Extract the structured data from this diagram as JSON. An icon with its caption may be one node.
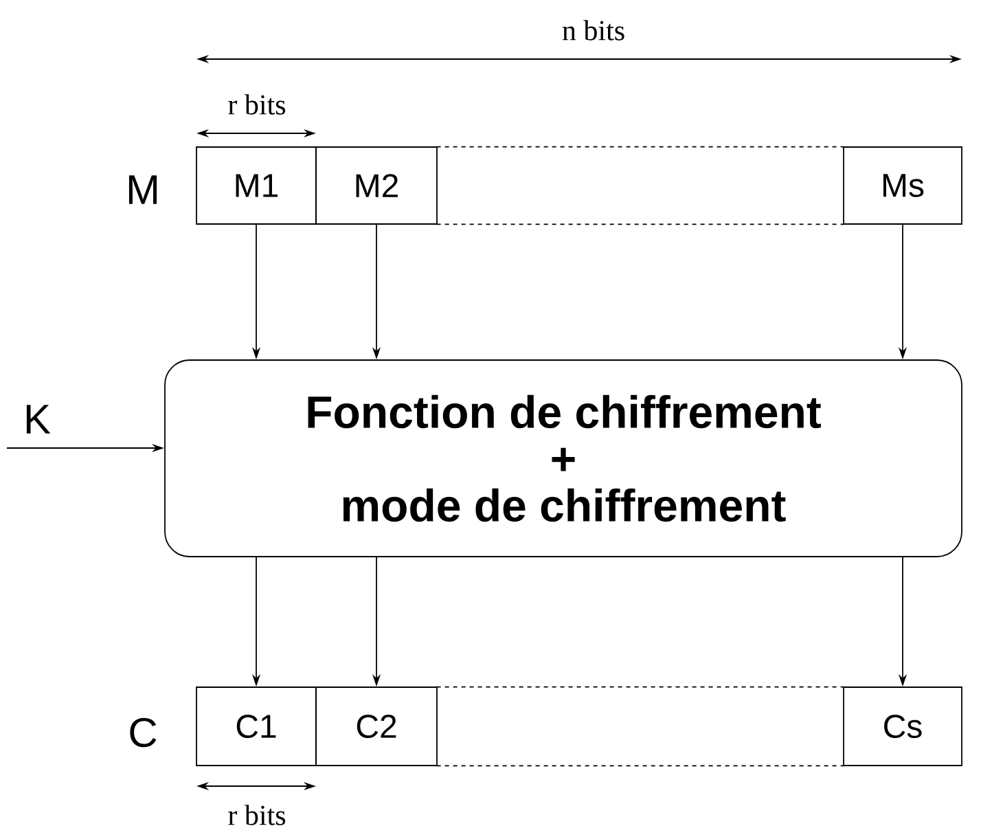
{
  "diagram": {
    "nodes": [
      {
        "text": [
          "M1"
        ]
      },
      {
        "text": [
          "M2"
        ]
      },
      {
        "text": [],
        "shape": "box"
      },
      {
        "text": [
          "Ms"
        ]
      },
      {
        "text": [
          "Fonction de chiffrement",
          "+",
          "mode de chiffrement"
        ]
      },
      {
        "text": [
          "C1"
        ]
      },
      {
        "text": [
          "C2"
        ]
      },
      {
        "text": [],
        "shape": "box"
      },
      {
        "text": [
          "Cs"
        ]
      }
    ],
    "edges": [
      {
        "from": 0,
        "to": 4,
        "arrow": "to"
      },
      {
        "from": 1,
        "to": 4,
        "arrow": "to"
      },
      {
        "from": 3,
        "to": 4,
        "arrow": "to"
      },
      {
        "from": null,
        "to": 4,
        "arrow": "to",
        "label": "K"
      },
      {
        "from": 4,
        "to": 5,
        "arrow": "to"
      },
      {
        "from": 4,
        "to": 6,
        "arrow": "to"
      },
      {
        "from": 4,
        "to": 8,
        "arrow": "to"
      }
    ],
    "labels": [
      "n bits",
      "r bits",
      "M",
      "C",
      "r bits"
    ]
  }
}
